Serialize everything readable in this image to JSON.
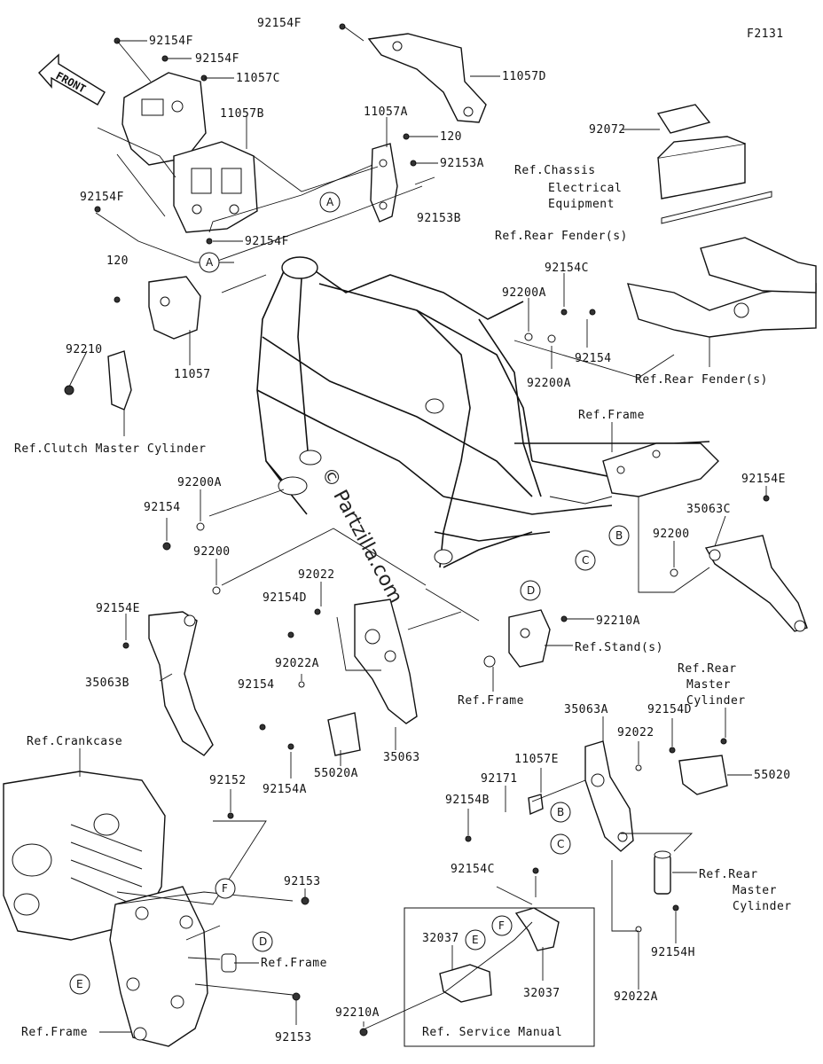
{
  "diagram_code": "F2131",
  "watermark": "© Partzilla.com",
  "front_label": "FRONT",
  "service_manual_box": "Ref. Service Manual",
  "callouts": [
    "92154F",
    "92154F",
    "11057C",
    "92154F",
    "11057D",
    "11057B",
    "11057A",
    "120",
    "92153A",
    "92153B",
    "92154F",
    "92154F",
    "120",
    "11057",
    "92210",
    "Ref.Clutch Master Cylinder",
    "92072",
    "Ref.Chassis",
    "Electrical",
    "Equipment",
    "Ref.Rear Fender(s)",
    "92154C",
    "92200A",
    "92154",
    "92200A",
    "Ref.Rear Fender(s)",
    "Ref.Frame",
    "92154E",
    "35063C",
    "92200",
    "92200A",
    "92154",
    "92200",
    "92022",
    "92154D",
    "92154E",
    "92022A",
    "92154",
    "35063B",
    "35063",
    "55020A",
    "92154A",
    "92210A",
    "Ref.Stand(s)",
    "Ref.Frame",
    "Ref.Crankcase",
    "92152",
    "35063A",
    "92154D",
    "92022",
    "Ref.Rear",
    "Master",
    "Cylinder",
    "55020",
    "11057E",
    "92171",
    "92154B",
    "92154C",
    "Ref.Rear",
    "Master",
    "Cylinder",
    "92153",
    "Ref.Frame",
    "32037",
    "32037",
    "92210A",
    "92022A",
    "92154H",
    "Ref.Frame",
    "92153"
  ],
  "circle_refs": [
    "A",
    "A",
    "B",
    "C",
    "D",
    "B",
    "C",
    "F",
    "D",
    "E",
    "E",
    "F"
  ]
}
